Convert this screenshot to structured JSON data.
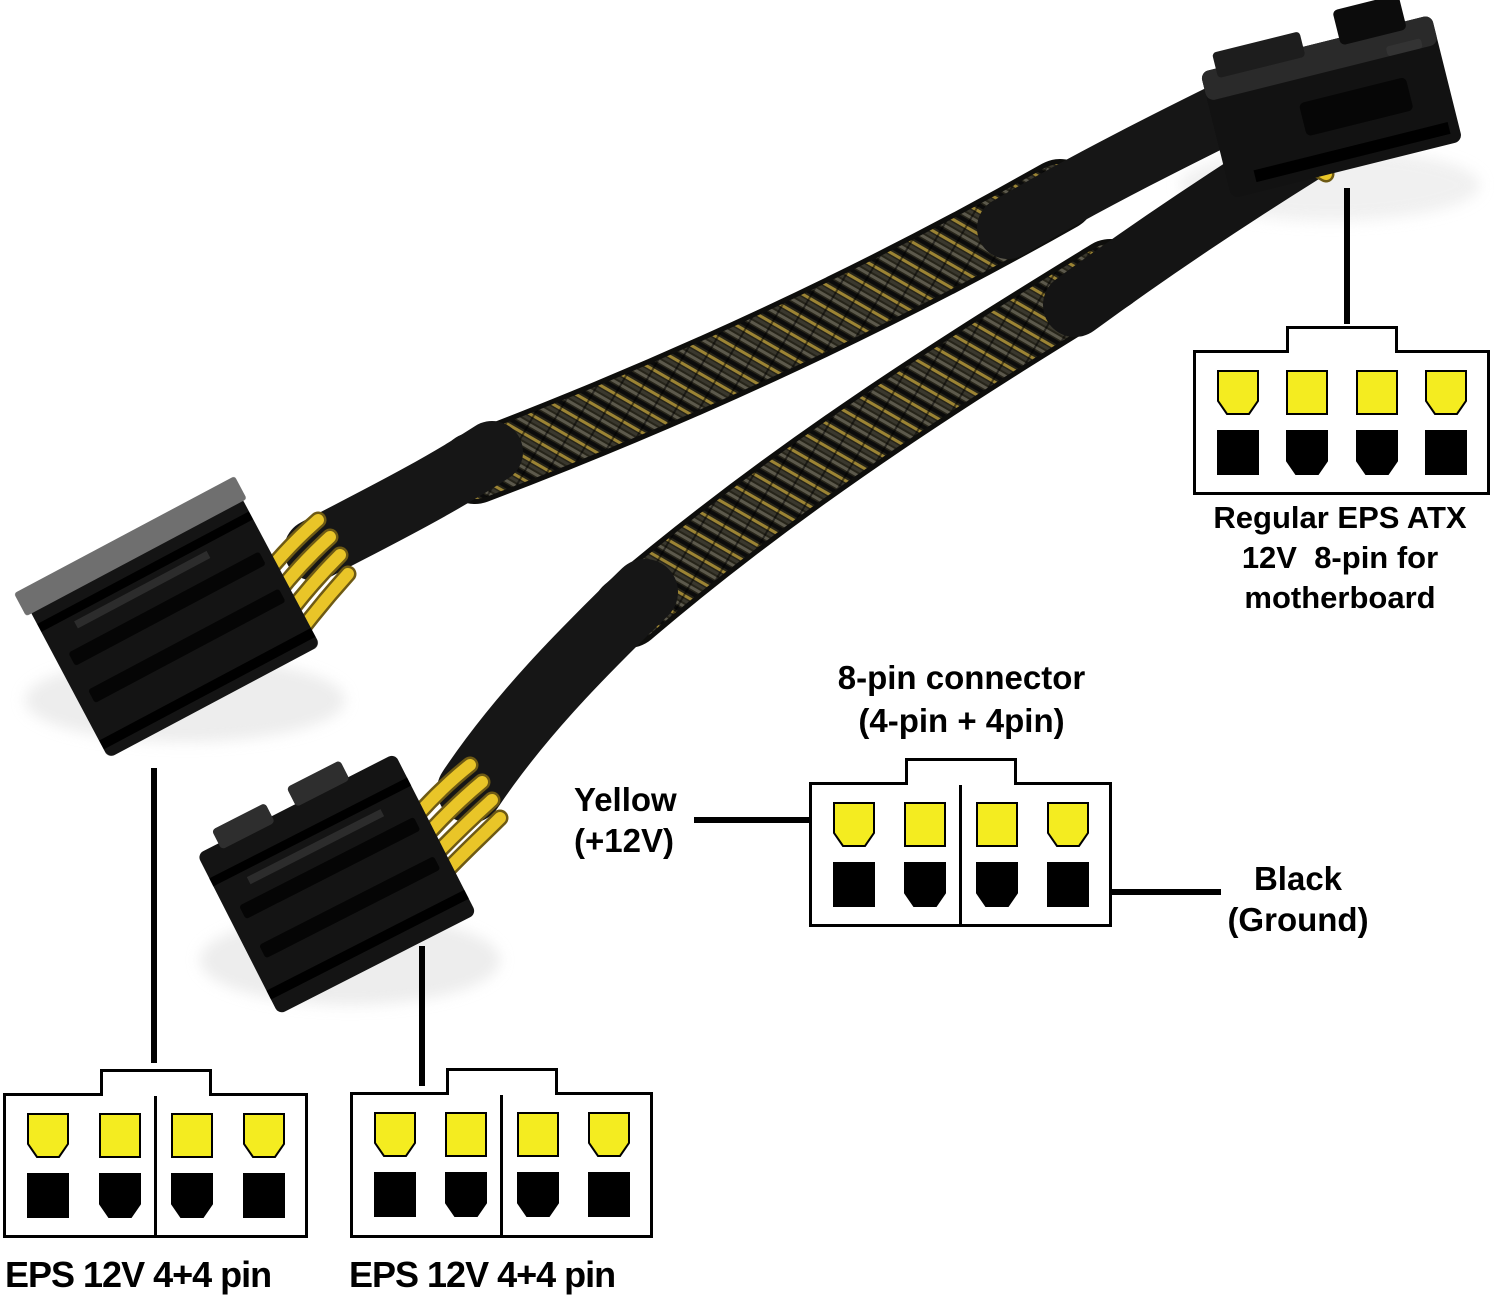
{
  "colors": {
    "background": "#ffffff",
    "pin_yellow": "#f4ec20",
    "pin_black": "#000000",
    "outline": "#000000",
    "wire_yellow": "#e9c528",
    "connector_body": "#141414"
  },
  "labels": {
    "motherboard_connector": [
      "Regular EPS ATX",
      "12V  8-pin for",
      "motherboard"
    ],
    "eps_connector_title": [
      "8-pin connector",
      "(4-pin + 4pin)"
    ],
    "yellow_pin": [
      "Yellow",
      "(+12V)"
    ],
    "black_pin": [
      "Black",
      "(Ground)"
    ],
    "bottom_left": "EPS 12V 4+4 pin",
    "bottom_right": "EPS 12V 4+4 pin"
  },
  "diagrams": [
    {
      "id": "motherboard-8pin",
      "split": false,
      "top": [
        {
          "color": "yellow",
          "shape": "chamfer"
        },
        {
          "color": "yellow",
          "shape": "square"
        },
        {
          "color": "yellow",
          "shape": "square"
        },
        {
          "color": "yellow",
          "shape": "chamfer"
        }
      ],
      "bottom": [
        {
          "color": "black",
          "shape": "square"
        },
        {
          "color": "black",
          "shape": "chamfer"
        },
        {
          "color": "black",
          "shape": "chamfer"
        },
        {
          "color": "black",
          "shape": "square"
        }
      ]
    },
    {
      "id": "eps-8pin-4plus4",
      "split": true,
      "top": [
        {
          "color": "yellow",
          "shape": "chamfer"
        },
        {
          "color": "yellow",
          "shape": "square"
        },
        {
          "color": "yellow",
          "shape": "square"
        },
        {
          "color": "yellow",
          "shape": "chamfer"
        }
      ],
      "bottom": [
        {
          "color": "black",
          "shape": "square"
        },
        {
          "color": "black",
          "shape": "chamfer"
        },
        {
          "color": "black",
          "shape": "chamfer"
        },
        {
          "color": "black",
          "shape": "square"
        }
      ]
    },
    {
      "id": "eps-12v-4plus4-left",
      "split": true,
      "top": [
        {
          "color": "yellow",
          "shape": "chamfer"
        },
        {
          "color": "yellow",
          "shape": "square"
        },
        {
          "color": "yellow",
          "shape": "square"
        },
        {
          "color": "yellow",
          "shape": "chamfer"
        }
      ],
      "bottom": [
        {
          "color": "black",
          "shape": "square"
        },
        {
          "color": "black",
          "shape": "chamfer"
        },
        {
          "color": "black",
          "shape": "chamfer"
        },
        {
          "color": "black",
          "shape": "square"
        }
      ]
    },
    {
      "id": "eps-12v-4plus4-right",
      "split": true,
      "top": [
        {
          "color": "yellow",
          "shape": "chamfer"
        },
        {
          "color": "yellow",
          "shape": "square"
        },
        {
          "color": "yellow",
          "shape": "square"
        },
        {
          "color": "yellow",
          "shape": "chamfer"
        }
      ],
      "bottom": [
        {
          "color": "black",
          "shape": "square"
        },
        {
          "color": "black",
          "shape": "chamfer"
        },
        {
          "color": "black",
          "shape": "chamfer"
        },
        {
          "color": "black",
          "shape": "square"
        }
      ]
    }
  ]
}
